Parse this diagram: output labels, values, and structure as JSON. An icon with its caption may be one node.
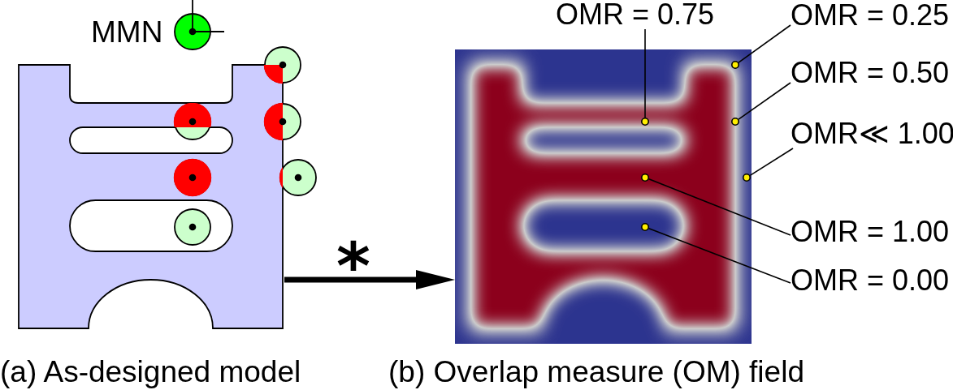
{
  "diagram": {
    "nodes": [
      {
        "text": [],
        "shape": "picture",
        "beside": [
          "(a) As-designed model"
        ]
      },
      {
        "text": [],
        "shape": "picture",
        "beside": [
          "(b) Overlap measure (OM) field"
        ]
      },
      {
        "text": [
          "OMR = 0.75"
        ]
      },
      {
        "text": [],
        "shape": "circle",
        "in": 1
      },
      {
        "text": [
          "OMR = 0.25"
        ]
      },
      {
        "text": [],
        "shape": "circle",
        "in": 1
      },
      {
        "text": [
          "OMR = 0.50"
        ]
      },
      {
        "text": [],
        "shape": "circle",
        "in": 1
      },
      {
        "text": [
          "OMR≪ 1.00"
        ]
      },
      {
        "text": [],
        "shape": "circle",
        "in": 1
      },
      {
        "text": [
          "OMR = 1.00"
        ]
      },
      {
        "text": [],
        "shape": "circle",
        "in": 1
      },
      {
        "text": [
          "OMR = 0.00"
        ]
      },
      {
        "text": [],
        "shape": "circle",
        "in": 1
      }
    ],
    "edges": [
      {
        "from": 0,
        "to": 1,
        "arrow": "to",
        "label": "*",
        "style": "thick"
      },
      {
        "from": 2,
        "to": 3,
        "arrow": "none"
      },
      {
        "from": 4,
        "to": 5,
        "arrow": "none"
      },
      {
        "from": 6,
        "to": 7,
        "arrow": "none"
      },
      {
        "from": 8,
        "to": 9,
        "arrow": "none"
      },
      {
        "from": 10,
        "to": 11,
        "arrow": "none"
      },
      {
        "from": 12,
        "to": 13,
        "arrow": "none"
      }
    ],
    "labels": [
      "MMN"
    ]
  }
}
